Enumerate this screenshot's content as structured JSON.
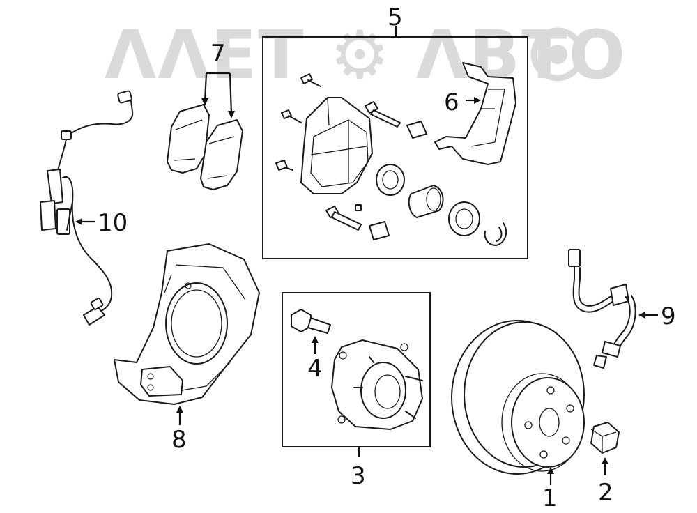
{
  "watermark": {
    "text": "ΛΛΕΤ ⚙ ΛΒΤΟ",
    "color": "#d7d7d7"
  },
  "callouts": {
    "c1": "1",
    "c2": "2",
    "c3": "3",
    "c4": "4",
    "c5": "5",
    "c6": "6",
    "c7": "7",
    "c8": "8",
    "c9": "9",
    "c10": "10"
  },
  "colors": {
    "line": "#1a1a1a",
    "background": "#ffffff"
  }
}
